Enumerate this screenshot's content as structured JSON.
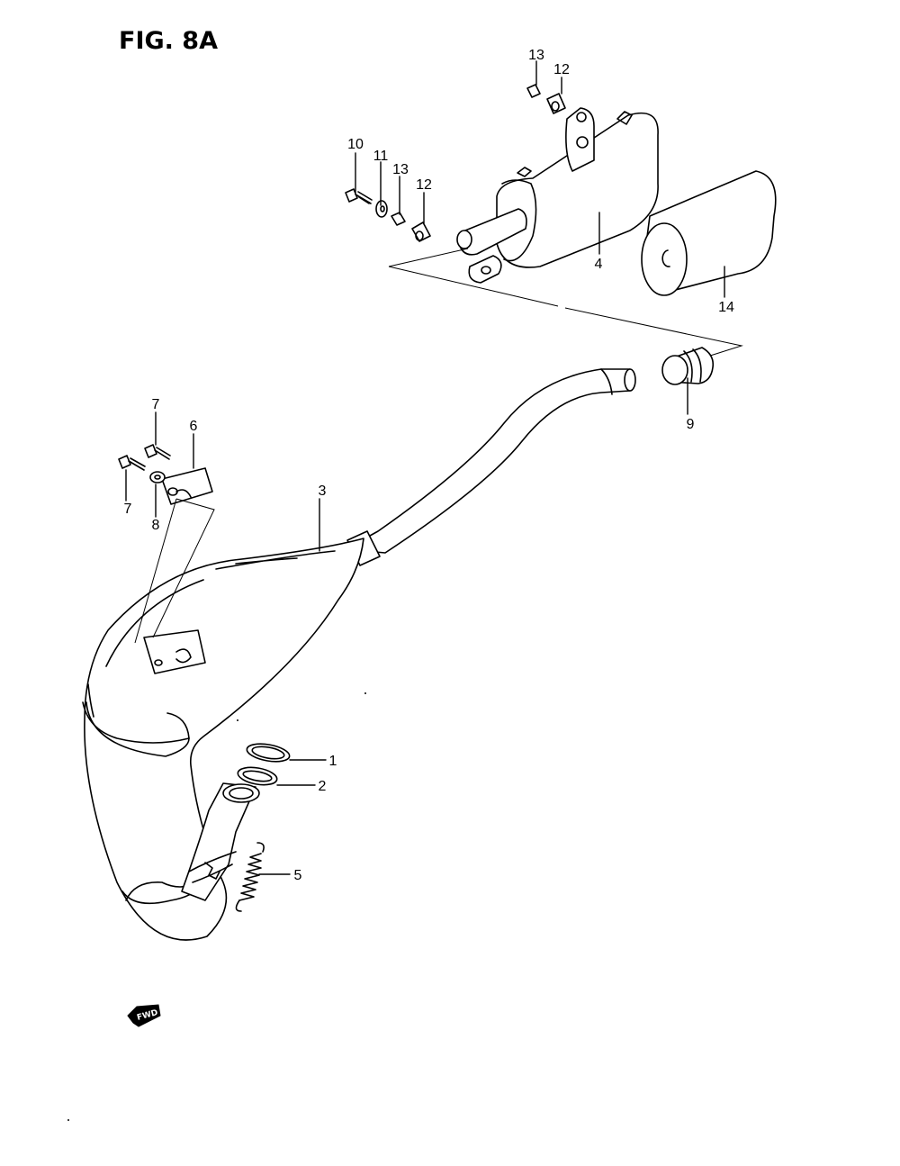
{
  "figure": {
    "title": "FIG. 8A"
  },
  "callouts": {
    "c1": "1",
    "c2": "2",
    "c3": "3",
    "c4": "4",
    "c5": "5",
    "c6": "6",
    "c7a": "7",
    "c7b": "7",
    "c8": "8",
    "c9": "9",
    "c10": "10",
    "c11": "11",
    "c12a": "12",
    "c12b": "12",
    "c13a": "13",
    "c13b": "13",
    "c14": "14"
  },
  "direction_marker": {
    "label": "FWD"
  }
}
